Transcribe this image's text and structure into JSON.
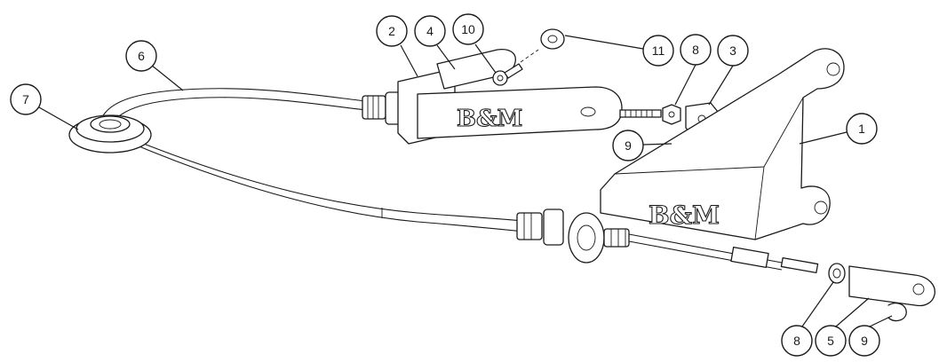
{
  "diagram": {
    "logo_text": "B&M",
    "callouts": [
      {
        "id": "callout-7",
        "label": "7"
      },
      {
        "id": "callout-6",
        "label": "6"
      },
      {
        "id": "callout-2",
        "label": "2"
      },
      {
        "id": "callout-4",
        "label": "4"
      },
      {
        "id": "callout-10",
        "label": "10"
      },
      {
        "id": "callout-11",
        "label": "11"
      },
      {
        "id": "callout-8a",
        "label": "8"
      },
      {
        "id": "callout-3",
        "label": "3"
      },
      {
        "id": "callout-9a",
        "label": "9"
      },
      {
        "id": "callout-1",
        "label": "1"
      },
      {
        "id": "callout-8b",
        "label": "8"
      },
      {
        "id": "callout-5",
        "label": "5"
      },
      {
        "id": "callout-9b",
        "label": "9"
      }
    ]
  }
}
